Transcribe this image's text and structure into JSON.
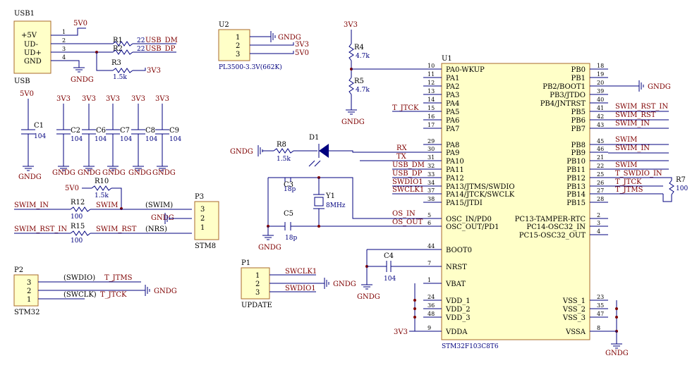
{
  "usb": {
    "designator": "USB1",
    "name": "USB",
    "pins": [
      "+5V",
      "UD-",
      "UD+",
      "GND"
    ],
    "pin_nums": [
      "1",
      "2",
      "3",
      "4"
    ]
  },
  "u2": {
    "designator": "U2",
    "value": "PL3500-3.3V(662K)",
    "pin_nums": [
      "1",
      "2",
      "3"
    ],
    "nets": [
      "GNDG",
      "3V3",
      "5V0"
    ]
  },
  "u1": {
    "designator": "U1",
    "value": "STM32F103C8T6",
    "left_pins": [
      {
        "num": "10",
        "name": "PA0-WKUP"
      },
      {
        "num": "11",
        "name": "PA1"
      },
      {
        "num": "12",
        "name": "PA2"
      },
      {
        "num": "13",
        "name": "PA3"
      },
      {
        "num": "14",
        "name": "PA4"
      },
      {
        "num": "15",
        "name": "PA5"
      },
      {
        "num": "16",
        "name": "PA6"
      },
      {
        "num": "17",
        "name": "PA7"
      },
      {
        "num": "29",
        "name": "PA8"
      },
      {
        "num": "30",
        "name": "PA9"
      },
      {
        "num": "31",
        "name": "PA10"
      },
      {
        "num": "32",
        "name": "PA11"
      },
      {
        "num": "33",
        "name": "PA12"
      },
      {
        "num": "34",
        "name": "PA13/JTMS/SWDIO"
      },
      {
        "num": "37",
        "name": "PA14/JTCK/SWCLK"
      },
      {
        "num": "38",
        "name": "PA15/JTDI"
      },
      {
        "num": "5",
        "name": "OSC_IN/PD0"
      },
      {
        "num": "6",
        "name": "OSC_OUT/PD1"
      },
      {
        "num": "44",
        "name": "BOOT0"
      },
      {
        "num": "7",
        "name": "NRST"
      },
      {
        "num": "1",
        "name": "VBAT"
      },
      {
        "num": "24",
        "name": "VDD_1"
      },
      {
        "num": "36",
        "name": "VDD_2"
      },
      {
        "num": "48",
        "name": "VDD_3"
      },
      {
        "num": "9",
        "name": "VDDA"
      }
    ],
    "right_pins": [
      {
        "num": "18",
        "name": "PB0"
      },
      {
        "num": "19",
        "name": "PB1"
      },
      {
        "num": "20",
        "name": "PB2/BOOT1"
      },
      {
        "num": "39",
        "name": "PB3/JTDO"
      },
      {
        "num": "40",
        "name": "PB4/JNTRST"
      },
      {
        "num": "41",
        "name": "PB5"
      },
      {
        "num": "42",
        "name": "PB6"
      },
      {
        "num": "43",
        "name": "PB7"
      },
      {
        "num": "45",
        "name": "PB8"
      },
      {
        "num": "46",
        "name": "PB9"
      },
      {
        "num": "21",
        "name": "PB10"
      },
      {
        "num": "22",
        "name": "PB11"
      },
      {
        "num": "25",
        "name": "PB12"
      },
      {
        "num": "26",
        "name": "PB13"
      },
      {
        "num": "27",
        "name": "PB14"
      },
      {
        "num": "28",
        "name": "PB15"
      },
      {
        "num": "2",
        "name": "PC13-TAMPER-RTC"
      },
      {
        "num": "3",
        "name": "PC14-OSC32_IN"
      },
      {
        "num": "4",
        "name": "PC15-OSC32_OUT"
      },
      {
        "num": "23",
        "name": "VSS_1"
      },
      {
        "num": "35",
        "name": "VSS_2"
      },
      {
        "num": "47",
        "name": "VSS_3"
      },
      {
        "num": "8",
        "name": "VSSA"
      }
    ],
    "left_nets": {
      "pa4": "T_JTCK",
      "pa9": "RX",
      "pa10": "TX",
      "pa11": "USB_DM",
      "pa12": "USB_DP",
      "pa13": "SWDIO1",
      "pa14": "SWCLK1",
      "osc_in": "OS_IN",
      "osc_out": "OS_OUT"
    },
    "right_nets": [
      "SWIM_RST_IN",
      "SWIM_RST",
      "SWIM_IN",
      "SWIM",
      "SWIM_IN",
      "SWIM",
      "T_SWDIO_IN",
      "T_JTCK",
      "T_JTMS"
    ]
  },
  "resistors": {
    "r1": {
      "des": "R1",
      "val": "22",
      "net": "USB_DM"
    },
    "r2": {
      "des": "R2",
      "val": "22",
      "net": "USB_DP"
    },
    "r3": {
      "des": "R3",
      "val": "1.5k"
    },
    "r4": {
      "des": "R4",
      "val": "4.7k"
    },
    "r5": {
      "des": "R5",
      "val": "4.7k"
    },
    "r7": {
      "des": "R7",
      "val": "100"
    },
    "r8": {
      "des": "R8",
      "val": "1.5k"
    },
    "r10": {
      "des": "R10",
      "val": "1.5k"
    },
    "r12": {
      "des": "R12",
      "val": "100"
    },
    "r15": {
      "des": "R15",
      "val": "100"
    }
  },
  "caps": {
    "c1": {
      "des": "C1",
      "val": "104"
    },
    "c2": {
      "des": "C2",
      "val": "104"
    },
    "c6": {
      "des": "C6",
      "val": "104"
    },
    "c7": {
      "des": "C7",
      "val": "104"
    },
    "c8": {
      "des": "C8",
      "val": "104"
    },
    "c9": {
      "des": "C9",
      "val": "104"
    },
    "c3": {
      "des": "C3",
      "val": "18p"
    },
    "c5": {
      "des": "C5",
      "val": "18p"
    },
    "c4": {
      "des": "C4",
      "val": "104"
    }
  },
  "crystal": {
    "des": "Y1",
    "val": "8MHz"
  },
  "diode": {
    "des": "D1"
  },
  "p1": {
    "des": "P1",
    "name": "UPDATE",
    "nets": [
      "SWCLK1",
      "SWDIO1"
    ],
    "gnd": "GNDG"
  },
  "p2": {
    "des": "P2",
    "name": "STM32",
    "nets": [
      "(SWDIO)",
      "(SWCLK)"
    ],
    "labels": [
      "T_JTMS",
      "T_JTCK"
    ],
    "gnd": "GNDG"
  },
  "p3": {
    "des": "P3",
    "name": "STM8",
    "nets": [
      "(SWIM)",
      "(NRS)"
    ],
    "gnd": "GNDG"
  },
  "power": {
    "v5": "5V0",
    "v33": "3V3",
    "gnd": "GNDG"
  },
  "misc_nets": {
    "swim_in": "SWIM_IN",
    "swim": "SWIM",
    "swim_rst_in": "SWIM_RST_IN",
    "swim_rst": "SWIM_RST"
  }
}
